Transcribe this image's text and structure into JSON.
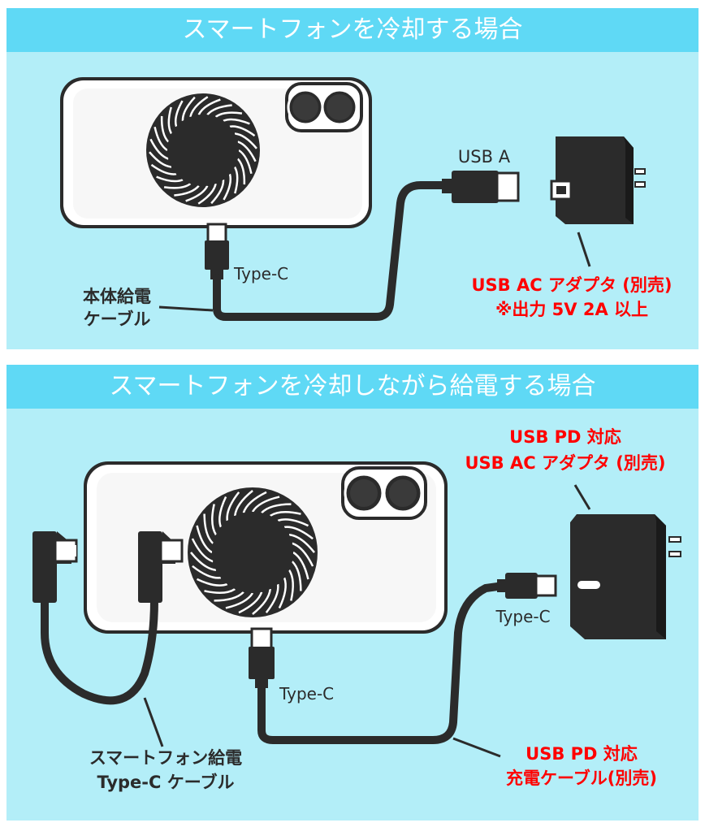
{
  "section1": {
    "title": "スマートフォンを冷却する場合",
    "usb_a_label": "USB A",
    "type_c_label": "Type-C",
    "cable_label_line1": "本体給電",
    "cable_label_line2": "ケーブル",
    "adapter_label_line1": "USB AC アダプタ (別売)",
    "adapter_label_line2": "※出力 5V 2A 以上"
  },
  "section2": {
    "title": "スマートフォンを冷却しながら給電する場合",
    "adapter_label_line1": "USB PD 対応",
    "adapter_label_line2": "USB AC アダプタ (別売)",
    "type_c_adapter_label": "Type-C",
    "type_c_device_label": "Type-C",
    "phone_cable_label_line1": "スマートフォン給電",
    "phone_cable_label_line2": "Type-C ケーブル",
    "pd_cable_label_line1": "USB PD 対応",
    "pd_cable_label_line2": "充電ケーブル(別売)"
  },
  "colors": {
    "panel_bg": "#b3eef8",
    "header_bg": "#5fd9f5",
    "accent_red": "#ff0000",
    "device_black": "#2b2b2b"
  }
}
